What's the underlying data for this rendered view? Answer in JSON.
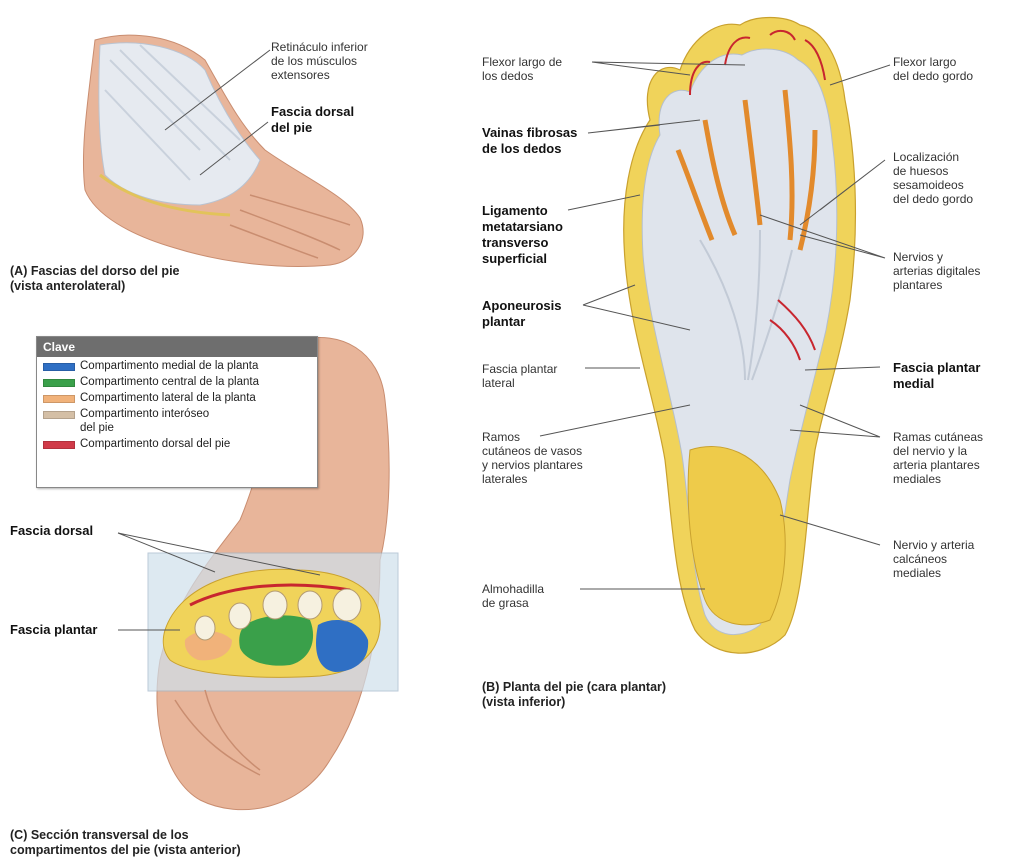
{
  "panel_a": {
    "caption": "(A) Fascias del dorso del pie\n(vista anterolateral)",
    "label_retinaculum": "Retináculo inferior\nde los músculos\nextensores",
    "label_dorsal_fascia": "Fascia dorsal\ndel pie"
  },
  "panel_b": {
    "caption": "(B) Planta del pie (cara plantar)\n(vista inferior)",
    "left_labels": {
      "flexor_dedos": "Flexor largo de\nlos dedos",
      "vainas": "Vainas fibrosas\nde los dedos",
      "ligamento": "Ligamento\nmetatarsiano\ntransverso\nsuperficial",
      "aponeurosis": "Aponeurosis\nplantar",
      "fascia_lateral": "Fascia plantar\nlateral",
      "ramos": "Ramos\ncutáneos de vasos\ny nervios plantares\nlaterales",
      "almohadilla": "Almohadilla\nde grasa"
    },
    "right_labels": {
      "flexor_gordo": "Flexor largo\ndel dedo gordo",
      "sesamoideos": "Localización\nde huesos\nsesamoideos\ndel dedo gordo",
      "nervios_digitales": "Nervios y\narterias digitales\nplantares",
      "fascia_medial": "Fascia plantar\nmedial",
      "ramas_cutaneas": "Ramas cutáneas\ndel nervio y la\narteria plantares\nmediales",
      "nervio_calcaneo": "Nervio y arteria\ncalcáneos\nmediales"
    }
  },
  "panel_c": {
    "caption": "(C) Sección transversal de los\ncompartimentos del pie (vista anterior)",
    "label_fascia_dorsal": "Fascia dorsal",
    "label_fascia_plantar": "Fascia plantar"
  },
  "key": {
    "title": "Clave",
    "items": [
      {
        "label": "Compartimento medial de la planta",
        "color": "#2f6fc4"
      },
      {
        "label": "Compartimento central de la planta",
        "color": "#3aa04a"
      },
      {
        "label": "Compartimento lateral de la planta",
        "color": "#f1b27a"
      },
      {
        "label": "Compartimento interóseo\ndel pie",
        "color": "#d4bfa6"
      },
      {
        "label": "Compartimento dorsal del pie",
        "color": "#d03a48"
      }
    ]
  },
  "colors": {
    "skin": "#e8b59a",
    "fascia": "#dfe4ec",
    "fat": "#f0d35a",
    "tendon": "#e28a2c",
    "artery": "#c8262f"
  }
}
